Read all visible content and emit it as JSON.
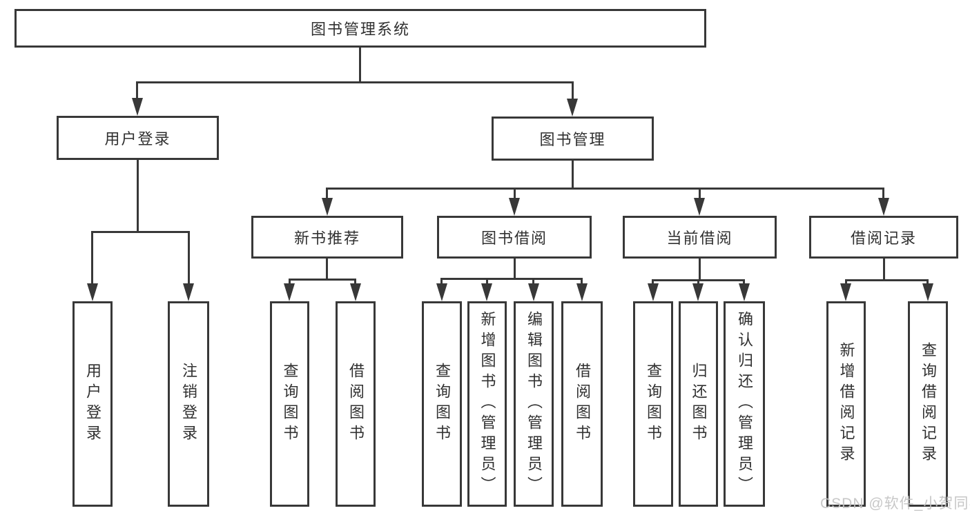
{
  "diagram": {
    "root": "图书管理系统",
    "login": {
      "label": "用户登录",
      "children": [
        "用户登录",
        "注销登录"
      ]
    },
    "management": {
      "label": "图书管理",
      "sections": [
        {
          "label": "新书推荐",
          "children": [
            "查询图书",
            "借阅图书"
          ]
        },
        {
          "label": "图书借阅",
          "children": [
            "查询图书",
            "新增图书（管理员）",
            "编辑图书（管理员）",
            "借阅图书"
          ]
        },
        {
          "label": "当前借阅",
          "children": [
            "查询图书",
            "归还图书",
            "确认归还（管理员）"
          ]
        },
        {
          "label": "借阅记录",
          "children": [
            "新增借阅记录",
            "查询借阅记录"
          ]
        }
      ]
    }
  },
  "watermark": "CSDN @软件_小贺同学",
  "colors": {
    "line": "#383838",
    "text": "#303030",
    "box_background": "#ffffff",
    "page_background": "#ffffff",
    "watermark": "#c3c3c3"
  }
}
